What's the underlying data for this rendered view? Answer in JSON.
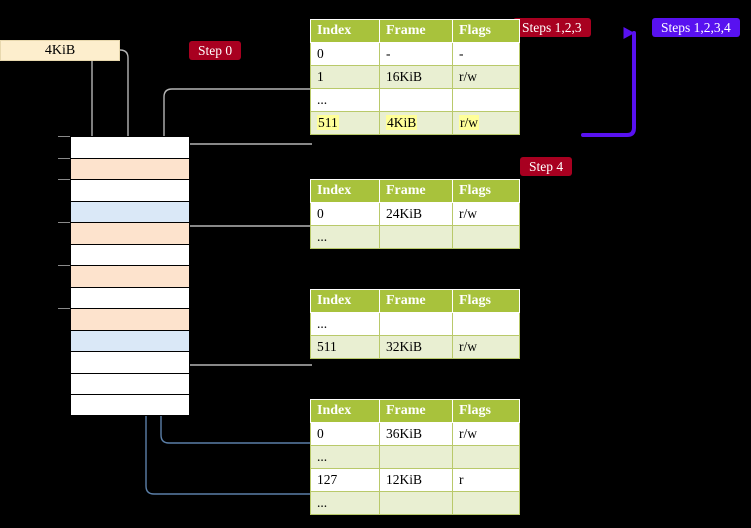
{
  "diagram": {
    "title_labels": {
      "size_box": "4KiB"
    },
    "badges": [
      {
        "id": "step0",
        "label": "Step 0",
        "color": "#a80020"
      },
      {
        "id": "steps123",
        "label": "Steps 1,2,3",
        "color": "#a80020"
      },
      {
        "id": "steps1234",
        "label": "Steps 1,2,3,4",
        "color": "#5811f0"
      },
      {
        "id": "step4",
        "label": "Step 4",
        "color": "#a80020"
      }
    ],
    "tables": {
      "columns": [
        "Index",
        "Frame",
        "Flags"
      ],
      "level4": {
        "rows": [
          {
            "index": "0",
            "frame": "-",
            "flags": "-",
            "style": "plain",
            "highlight": false
          },
          {
            "index": "1",
            "frame": "16KiB",
            "flags": "r/w",
            "style": "alt",
            "highlight": false
          },
          {
            "index": "...",
            "frame": "",
            "flags": "",
            "style": "plain",
            "highlight": false
          },
          {
            "index": "511",
            "frame": "4KiB",
            "flags": "r/w",
            "style": "alt",
            "highlight": true
          }
        ]
      },
      "level3": {
        "rows": [
          {
            "index": "0",
            "frame": "24KiB",
            "flags": "r/w",
            "style": "plain",
            "highlight": false
          },
          {
            "index": "...",
            "frame": "",
            "flags": "",
            "style": "alt",
            "highlight": false
          }
        ]
      },
      "level2": {
        "rows": [
          {
            "index": "...",
            "frame": "",
            "flags": "",
            "style": "plain",
            "highlight": false
          },
          {
            "index": "511",
            "frame": "32KiB",
            "flags": "r/w",
            "style": "alt",
            "highlight": false
          }
        ]
      },
      "level1": {
        "rows": [
          {
            "index": "0",
            "frame": "36KiB",
            "flags": "r/w",
            "style": "plain",
            "highlight": false
          },
          {
            "index": "...",
            "frame": "",
            "flags": "",
            "style": "alt",
            "highlight": false
          },
          {
            "index": "127",
            "frame": "12KiB",
            "flags": "r",
            "style": "plain",
            "highlight": false
          },
          {
            "index": "...",
            "frame": "",
            "flags": "",
            "style": "alt",
            "highlight": false
          }
        ]
      }
    },
    "memory_column": {
      "frames": [
        {
          "fill": "white",
          "tick": true
        },
        {
          "fill": "orange",
          "tick": true
        },
        {
          "fill": "white",
          "tick": true
        },
        {
          "fill": "blue",
          "tick": false
        },
        {
          "fill": "orange",
          "tick": true
        },
        {
          "fill": "white",
          "tick": false
        },
        {
          "fill": "orange",
          "tick": true
        },
        {
          "fill": "white",
          "tick": false
        },
        {
          "fill": "orange",
          "tick": true
        },
        {
          "fill": "blue",
          "tick": false
        },
        {
          "fill": "white",
          "tick": false
        },
        {
          "fill": "white",
          "tick": false
        },
        {
          "fill": "white",
          "tick": false
        }
      ]
    },
    "colors": {
      "background": "#000000",
      "table_header": "#a8c23c",
      "table_alt_row": "#e9efd2",
      "frame_orange": "#fde3cd",
      "frame_blue": "#dae8f7",
      "size_box": "#fdeecd",
      "badge_red": "#a80020",
      "badge_violet": "#5811f0",
      "wire_gray": "#b5b5b5",
      "wire_blue": "#5b7fa8",
      "arrow_violet": "#5811f0"
    }
  }
}
